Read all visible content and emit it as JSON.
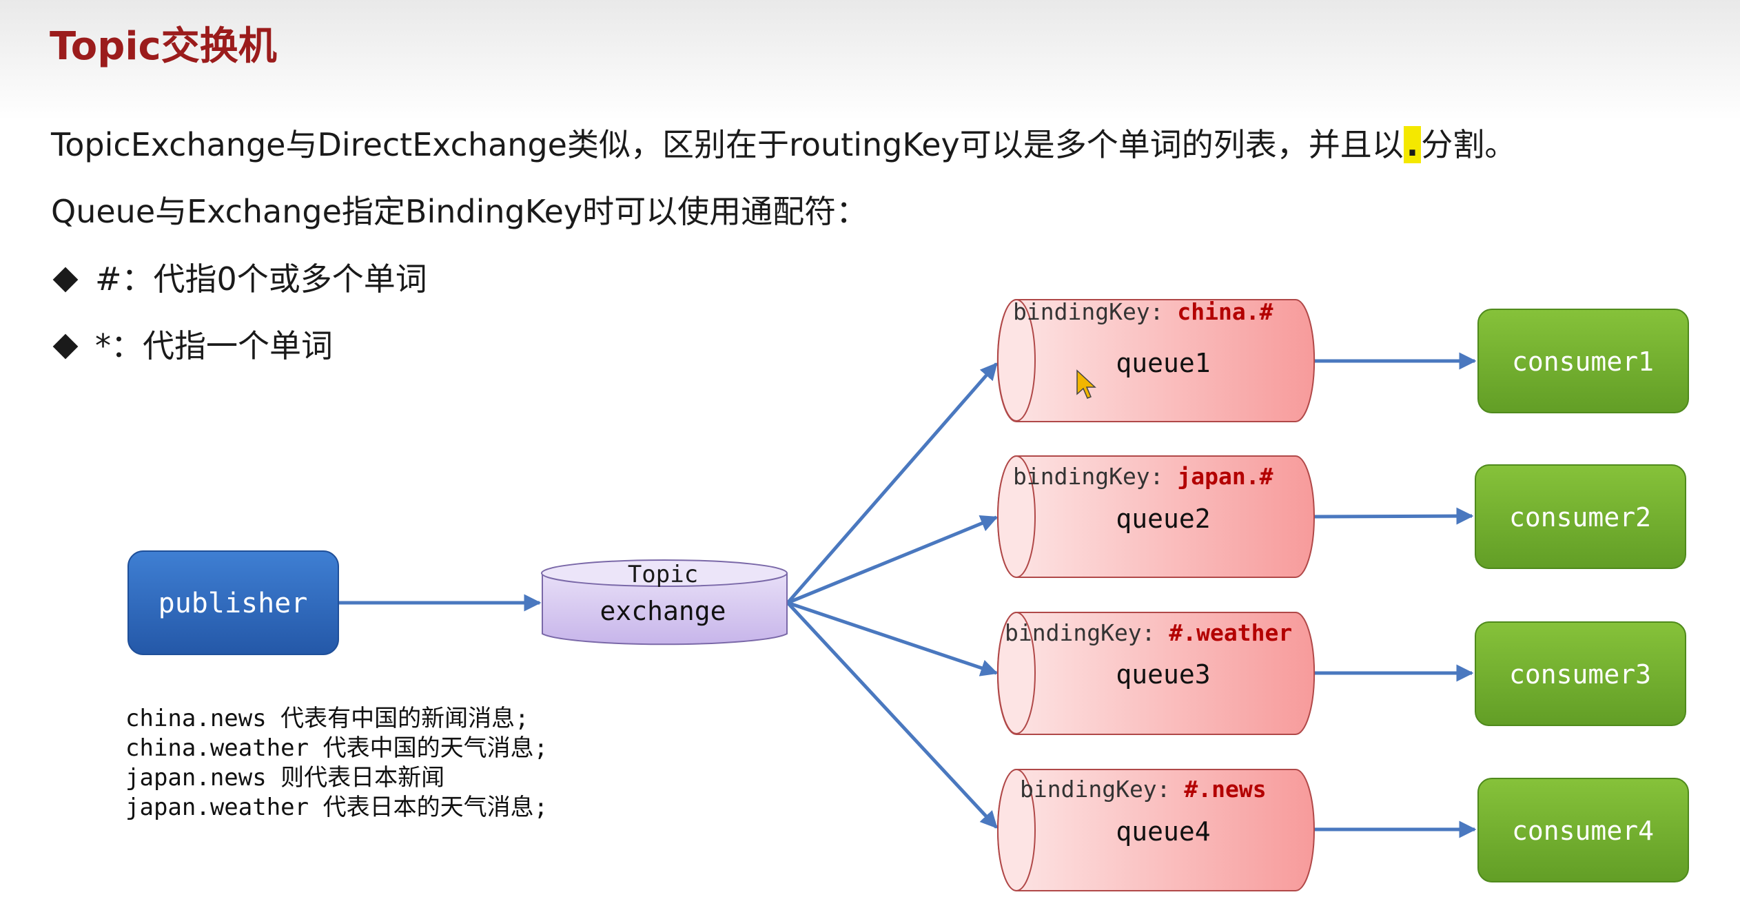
{
  "title": "Topic交换机",
  "intro": {
    "line1_before": "TopicExchange与DirectExchange类似，区别在于routingKey可以是多个单词的列表，并且以",
    "line1_highlight": ".",
    "line1_after": "分割。",
    "line2": "Queue与Exchange指定BindingKey时可以使用通配符：",
    "bullets": [
      "#：代指0个或多个单词",
      "*：代指一个单词"
    ]
  },
  "diagram": {
    "publisher": "publisher",
    "exchange_type": "Topic",
    "exchange_name": "exchange",
    "binding_prefix": "bindingKey: ",
    "queues": [
      {
        "name": "queue1",
        "binding_key": "china.#",
        "consumer": "consumer1"
      },
      {
        "name": "queue2",
        "binding_key": "japan.#",
        "consumer": "consumer2"
      },
      {
        "name": "queue3",
        "binding_key": "#.weather",
        "consumer": "consumer3"
      },
      {
        "name": "queue4",
        "binding_key": "#.news",
        "consumer": "consumer4"
      }
    ],
    "notes": [
      "china.news 代表有中国的新闻消息;",
      "china.weather 代表中国的天气消息;",
      "japan.news 则代表日本新闻",
      "japan.weather 代表日本的天气消息;"
    ]
  },
  "colors": {
    "title": "#9b1c1c",
    "arrow": "#4a78bf",
    "publisher": "#2f6cc0",
    "exchange": "#d6c8ef",
    "queue": "#f8a5a5",
    "consumer": "#74b02f",
    "binding_key": "#b30000"
  }
}
